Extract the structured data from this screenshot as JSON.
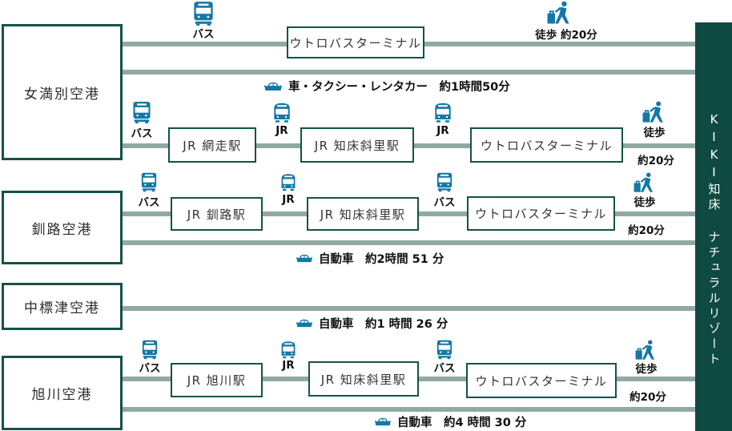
{
  "resort": {
    "name": "KIKI知床 ナチュラルリゾート"
  },
  "airports": {
    "memanbetsu": "女満別空港",
    "kushiro": "釧路空港",
    "nakashibetsu": "中標津空港",
    "asahikawa": "旭川空港"
  },
  "stations": {
    "utoro": "ウトロバスターミナル",
    "abashiri": "JR 網走駅",
    "shari": "JR 知床斜里駅",
    "kushiro": "JR 釧路駅",
    "asahikawa": "JR 旭川駅"
  },
  "icon_labels": {
    "bus": "バス",
    "jr": "JR",
    "walk": "徒歩",
    "walk_time": "約20分",
    "walk_inline": "徒歩 約20分"
  },
  "durations": {
    "memanbetsu_car": "車・タクシー・レンタカー　約1時間50分",
    "kushiro_car": "自動車　約2時間 51 分",
    "nakashibetsu_car": "自動車　約1 時間 26 分",
    "asahikawa_car": "自動車　約4 時間 30 分"
  },
  "colors": {
    "teal_dark": "#0e4a42",
    "box_border": "#14524a",
    "route_line": "#91a9a3",
    "icon_blue": "#1478a6",
    "label_text": "#101010"
  }
}
